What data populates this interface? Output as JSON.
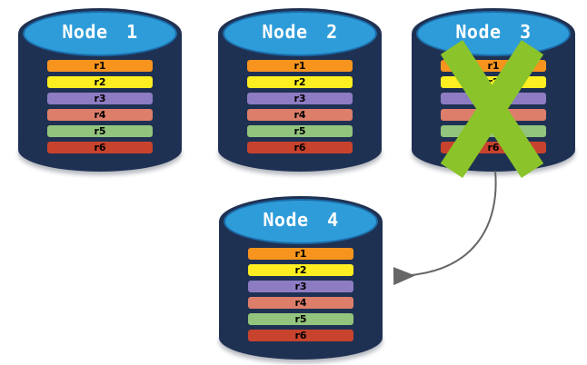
{
  "diagram": {
    "nodes": [
      {
        "label": "Node 1",
        "crossed_out": false
      },
      {
        "label": "Node 2",
        "crossed_out": false
      },
      {
        "label": "Node 3",
        "crossed_out": true
      },
      {
        "label": "Node 4",
        "crossed_out": false
      }
    ],
    "rows": [
      {
        "label": "r1",
        "color": "#F7941D"
      },
      {
        "label": "r2",
        "color": "#FCEE21"
      },
      {
        "label": "r3",
        "color": "#8E7CC3"
      },
      {
        "label": "r4",
        "color": "#DD7E6B"
      },
      {
        "label": "r5",
        "color": "#93C47D"
      },
      {
        "label": "r6",
        "color": "#C8432D"
      }
    ],
    "arrow": {
      "from": "Node 3",
      "to": "Node 4"
    },
    "colors": {
      "cylinder_body": "#1F3153",
      "cylinder_top": "#2E9CD9",
      "cylinder_top_edge": "#1B6CA8",
      "failure_x": "#8BC42A",
      "arrow": "#666666",
      "node_label_text": "#FFFFFF",
      "row_label_text": "#000000",
      "background": "#FFFFFF"
    }
  }
}
